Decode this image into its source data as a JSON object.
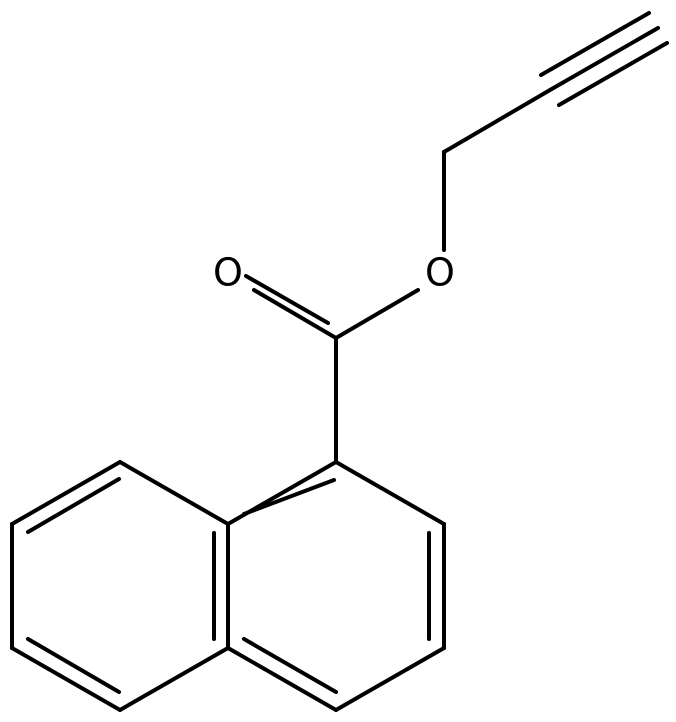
{
  "molecule": {
    "atoms": [
      {
        "id": "O_carbonyl",
        "label": "O"
      },
      {
        "id": "O_ester",
        "label": "O"
      }
    ],
    "bond_color": "#000000",
    "background_color": "#ffffff"
  }
}
